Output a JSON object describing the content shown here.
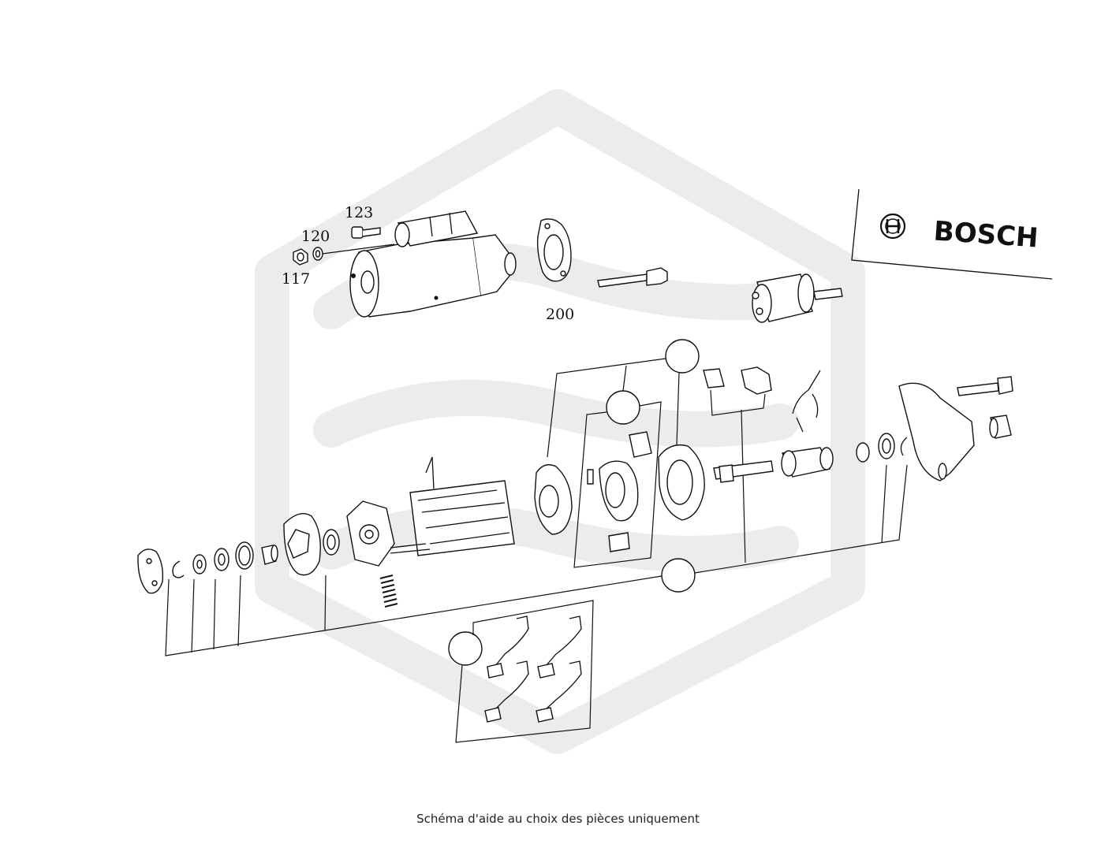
{
  "diagram": {
    "brand": {
      "logo_text": "BOSCH",
      "logo_icon": "bosch-armature-icon"
    },
    "callouts": [
      {
        "id": "c123",
        "label": "123"
      },
      {
        "id": "c120",
        "label": "120"
      },
      {
        "id": "c117",
        "label": "117"
      },
      {
        "id": "c200",
        "label": "200"
      }
    ],
    "watermark_color": "#ececec",
    "line_color": "#111111"
  },
  "footer": {
    "caption": "Schéma d'aide au choix des pièces uniquement"
  }
}
